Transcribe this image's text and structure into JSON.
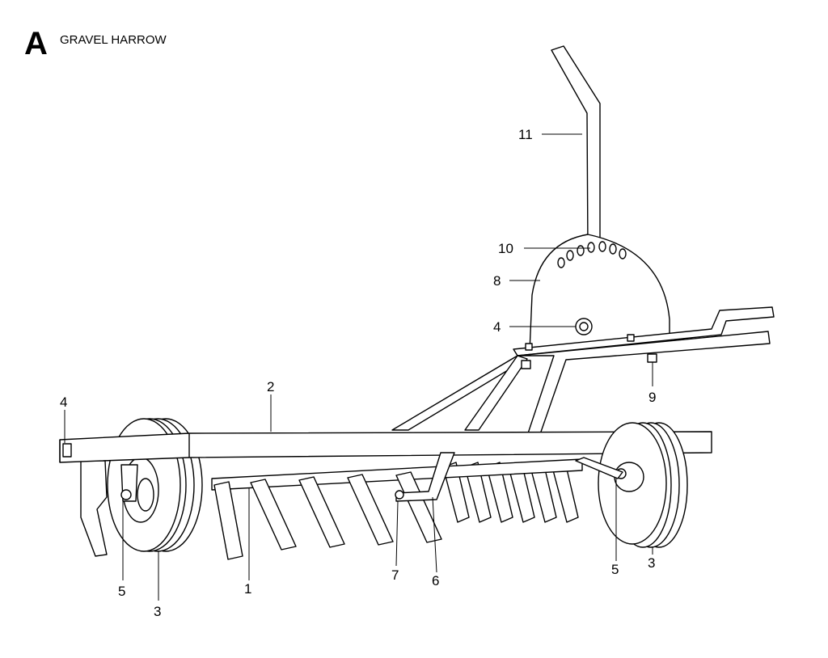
{
  "header": {
    "section_letter": "A",
    "title": "GRAVEL HARROW"
  },
  "callouts": {
    "frame": "1",
    "rake_bar": "2",
    "wheel_left": "3",
    "wheel_right": "3",
    "bolt_handle_hub": "4",
    "bolt_left_end": "4",
    "axle_left": "5",
    "axle_right": "5",
    "strut": "6",
    "strut_nut": "7",
    "quadrant_plate": "8",
    "hitch_nut": "9",
    "adjust_holes": "10",
    "handle": "11"
  },
  "colors": {
    "ink": "#000000",
    "paper": "#ffffff"
  }
}
